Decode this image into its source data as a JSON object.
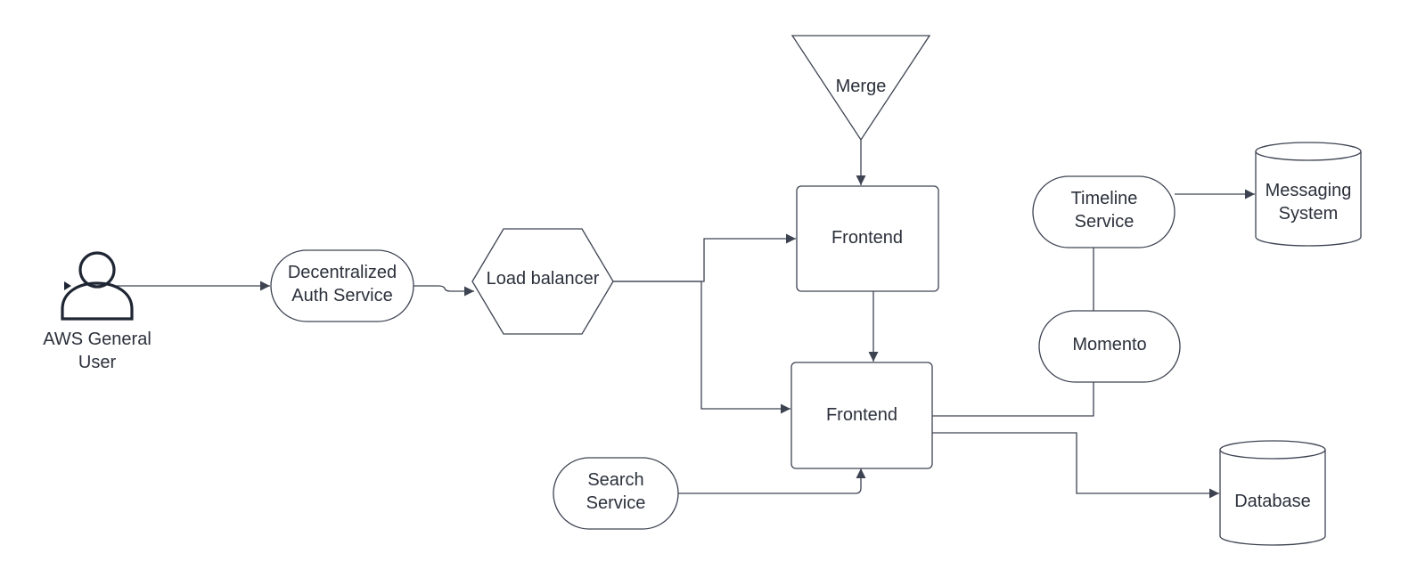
{
  "colors": {
    "background": "#ffffff",
    "stroke": "#3d4351",
    "text": "#2b303b"
  },
  "nodes": {
    "user": {
      "line1": "AWS General",
      "line2": "User",
      "icon": "user-icon"
    },
    "auth": {
      "line1": "Decentralized",
      "line2": "Auth Service"
    },
    "load_balancer": {
      "label": "Load balancer"
    },
    "merge": {
      "label": "Merge"
    },
    "frontend_top": {
      "label": "Frontend"
    },
    "frontend_bottom": {
      "label": "Frontend"
    },
    "timeline": {
      "line1": "Timeline",
      "line2": "Service"
    },
    "messaging": {
      "line1": "Messaging",
      "line2": "System"
    },
    "momento": {
      "label": "Momento"
    },
    "database": {
      "label": "Database"
    },
    "search": {
      "line1": "Search",
      "line2": "Service"
    }
  }
}
